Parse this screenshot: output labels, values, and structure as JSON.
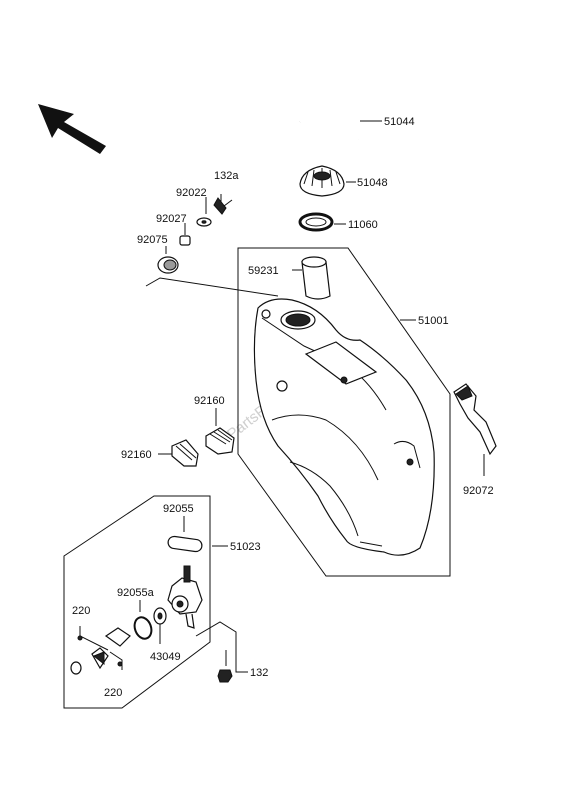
{
  "watermark": "PartsRepublik",
  "labels": {
    "p51044": "51044",
    "p51048": "51048",
    "p11060": "11060",
    "p132a": "132a",
    "p92022": "92022",
    "p92027": "92027",
    "p92075": "92075",
    "p59231": "59231",
    "p51001": "51001",
    "p92160a": "92160",
    "p92160b": "92160",
    "p92072": "92072",
    "p92055": "92055",
    "p51023": "51023",
    "p92055a": "92055a",
    "p220a": "220",
    "p43049": "43049",
    "p132": "132",
    "p220b": "220"
  }
}
